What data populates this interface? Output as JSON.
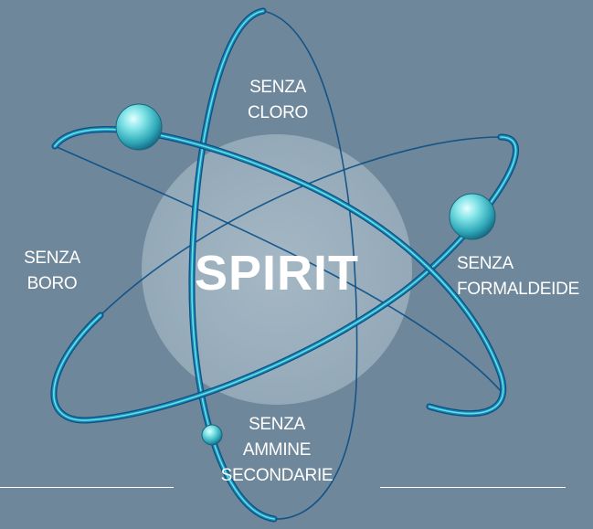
{
  "diagram": {
    "title": "SPIRIT",
    "labels": {
      "top": [
        "SENZA",
        "CLORO"
      ],
      "left": [
        "SENZA",
        "BORO"
      ],
      "right": [
        "SENZA",
        "FORMALDEIDE"
      ],
      "bottom": [
        "SENZA",
        "AMMINE",
        "SECONDARIE"
      ]
    },
    "colors": {
      "background": "#6f879a",
      "nucleus": "#9fb2c0",
      "orbit_dark": "#0a4f86",
      "orbit_mid": "#1e88b4",
      "orbit_light": "#5fe3e6",
      "text": "#ffffff"
    }
  }
}
